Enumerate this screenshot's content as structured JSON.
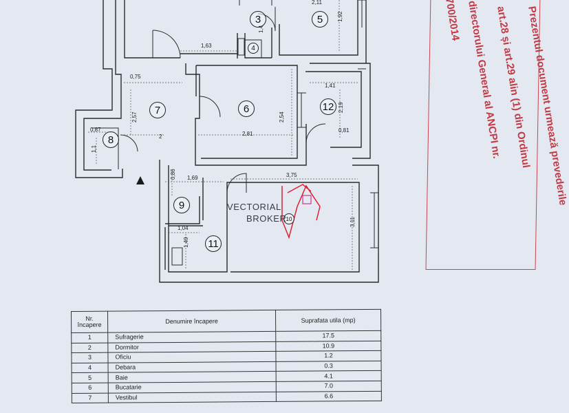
{
  "stamp": {
    "lines": [
      "Prezentul document urmează prevederile",
      "art.28 și art.29 alin (1) din Ordinul",
      "directorului General al ANCPI nr.",
      "700/2014"
    ]
  },
  "watermark": {
    "line1": "VECTORIAL",
    "line2": "BROKER"
  },
  "rooms": {
    "r3": "3",
    "r4": "4",
    "r5": "5",
    "r6": "6",
    "r7": "7",
    "r8": "8",
    "r9": "9",
    "r10": "10",
    "r11": "11",
    "r12": "12"
  },
  "dimensions": {
    "d_1_63": "1,63",
    "d_2_11": "2,11",
    "d_1_92": "1,92",
    "d_1_4": "1,4",
    "d_0_75": "0,75",
    "d_2_57": "2,57",
    "d_2_54": "2,54",
    "d_2_81": "2,81",
    "d_1_41": "1,41",
    "d_2_19": "2,19",
    "d_0_81": "0,81",
    "d_0_87": "0,87",
    "d_1_1": "1,1",
    "d_2": "2",
    "d_0_86": "0,86",
    "d_1_69": "1,69",
    "d_3_75": "3,75",
    "d_3_11": "3,11",
    "d_1_04": "1,04",
    "d_1_49": "1,49"
  },
  "table": {
    "headers": {
      "nr": "Nr. încapere",
      "denumire": "Denumire încapere",
      "suprafata": "Suprafata utila (mp)"
    },
    "rows": [
      {
        "nr": "1",
        "name": "Sufragerie",
        "area": "17.5"
      },
      {
        "nr": "2",
        "name": "Dormitor",
        "area": "10.9"
      },
      {
        "nr": "3",
        "name": "Oficiu",
        "area": "1.2"
      },
      {
        "nr": "4",
        "name": "Debara",
        "area": "0.3"
      },
      {
        "nr": "5",
        "name": "Baie",
        "area": "4.1"
      },
      {
        "nr": "6",
        "name": "Bucatarie",
        "area": "7.0"
      },
      {
        "nr": "7",
        "name": "Vestibul",
        "area": "6.6"
      }
    ]
  },
  "colors": {
    "paper": "#e4e8f1",
    "ink": "#222222",
    "stamp": "#c23a45",
    "logo_red": "#d9232f"
  }
}
